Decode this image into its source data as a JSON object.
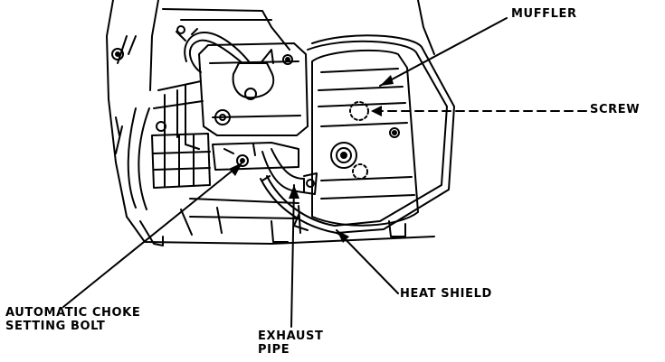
{
  "labels": {
    "muffler": "MUFFLER",
    "screw": "SCREW",
    "heat_shield": "HEAT SHIELD",
    "choke_line1": "AUTOMATIC CHOKE",
    "choke_line2": "SETTING BOLT",
    "exhaust_line1": "EXHAUST",
    "exhaust_line2": "PIPE"
  },
  "colors": {
    "ink": "#000000",
    "paper": "#ffffff"
  }
}
